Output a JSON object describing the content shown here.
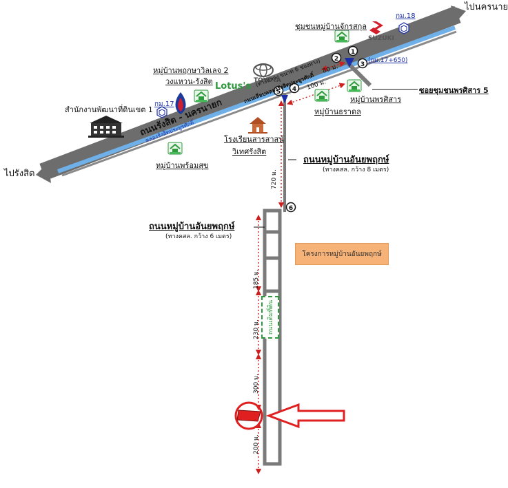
{
  "directions": {
    "to_nakhon_nayok": "ไปนครนายก",
    "to_rangsit": "ไปรังสิต"
  },
  "highway": {
    "name": "ถนนรังสิต - นครนายก",
    "lanes_note": "(ทางหลวง ขนาด 6 ช่องทาง)",
    "canal_name": "คลองรังสิตประยูรศักดิ์",
    "canal_road": "ถนนเลียบคลองรังสิตประยูรศักดิ์"
  },
  "km_markers": {
    "km17": "กม.17",
    "km17_650": "(กม.17+650)",
    "km18": "กม.18"
  },
  "landmarks": {
    "chak_sakuna": "ชุมชนหมู่บ้านจักรสกุล",
    "suzuki": "SUZUKI",
    "toyota": "TOYOTA",
    "lotus": "Lotus's",
    "phruksa_villa_line1": "หมู่บ้านพฤกษาวิลเลจ 2",
    "phruksa_villa_line2": "วงแหวน-รังสิต",
    "ptt_brand": "PTT",
    "land_office": "สำนักงานพัฒนาที่ดินเขต 1",
    "phromsuk": "หมู่บ้านพร้อมสุข",
    "school_line1": "โรงเรียนสารสาสน์",
    "school_line2": "วิเทศรังสิต",
    "pruksarn": "หมู่บ้านพรศิสาร",
    "soi_pruksarn": "ซอยชุมชนพรศิสาร 5",
    "tharadol": "หมู่บ้านธราดล"
  },
  "markers": [
    "1",
    "2",
    "3",
    "4",
    "5",
    "6"
  ],
  "distances": {
    "d80": "80 ม.",
    "d100": "100 ม.",
    "d720": "720 ม.",
    "d185": "185 ม.",
    "d230": "230 ม.",
    "d300": "300 ม.",
    "d200": "200 ม."
  },
  "roads": {
    "road1_name": "ถนนหมู่บ้านอันยพฤกษ์",
    "road1_note": "(ทางคสล. กว้าง 8 เมตร)",
    "road2_name": "ถนนหมู่บ้านอันยพฤกษ์",
    "road2_note": "(ทางคสล. กว้าง 6 เมตร)"
  },
  "project": {
    "label": "โครงการหมู่บ้านอันยพฤกษ์",
    "lot_label": "ถนนเดิมที่ดิน"
  },
  "colors": {
    "road_gray": "#7a7a7a",
    "canal_blue": "#6fb0e8",
    "distance_red": "#cc1f1f",
    "project_orange": "#f6b277",
    "target_red": "#e02020",
    "house_green": "#2e9a3c",
    "marker_navy": "#1b2fa6"
  }
}
